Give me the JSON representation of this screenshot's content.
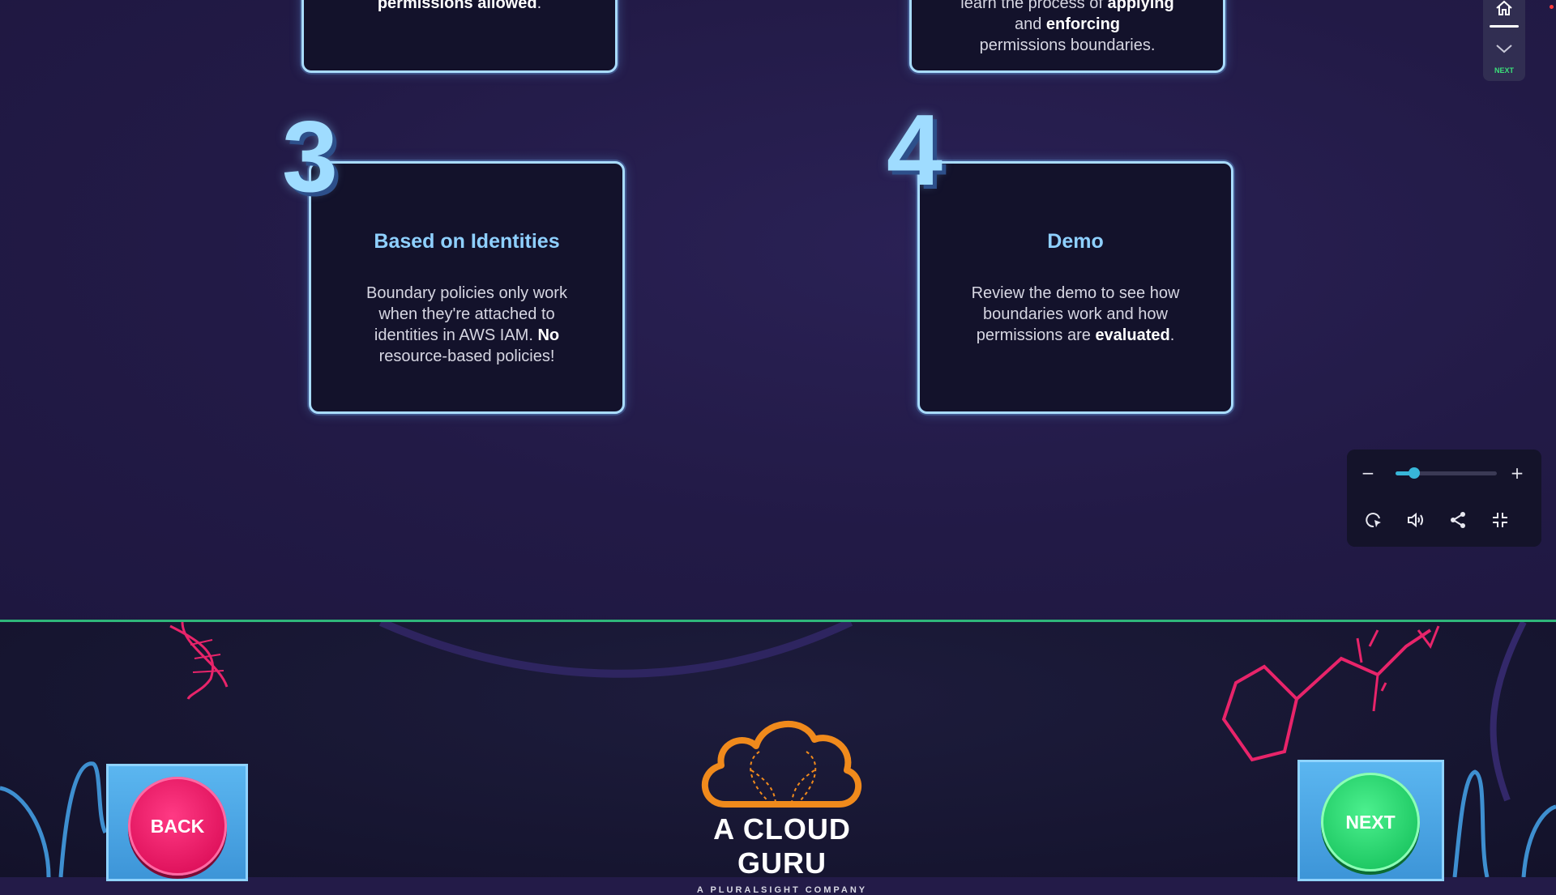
{
  "cards_top": [
    {
      "text_before": "",
      "bold_1": "permissions allowed",
      "text_after": "."
    },
    {
      "line1_before": "learn the process of ",
      "line1_bold": "applying",
      "line2_before": "and ",
      "line2_bold": "enforcing",
      "line3": "permissions boundaries."
    }
  ],
  "cards": [
    {
      "number": "3",
      "title": "Based on Identities",
      "body_before": "Boundary policies only work when they're attached to identities in AWS IAM. ",
      "body_bold": "No",
      "body_after": " resource-based policies!"
    },
    {
      "number": "4",
      "title": "Demo",
      "body_before": "Review the demo to see how boundaries work and how permissions are ",
      "body_bold": "evaluated",
      "body_after": "."
    }
  ],
  "mini_nav": {
    "next_label": "NEXT",
    "icons": [
      "home-icon",
      "chevron-down-icon"
    ]
  },
  "player": {
    "zoom_minus": "−",
    "zoom_plus": "+",
    "zoom_level": 0.18,
    "icons": [
      "cursor-refresh-icon",
      "volume-icon",
      "share-icon",
      "exit-fullscreen-icon"
    ]
  },
  "footer": {
    "back_label": "BACK",
    "next_label": "NEXT",
    "brand": "A CLOUD GURU",
    "brand_sub": "A PLURALSIGHT COMPANY"
  },
  "colors": {
    "background": "#231b48",
    "card_border": "#a9dcff",
    "card_title": "#8fd0ff",
    "back_button": "#e0135d",
    "next_button": "#1fc964",
    "logo_orange": "#f08a1c",
    "accent_green": "#2fb67a"
  }
}
